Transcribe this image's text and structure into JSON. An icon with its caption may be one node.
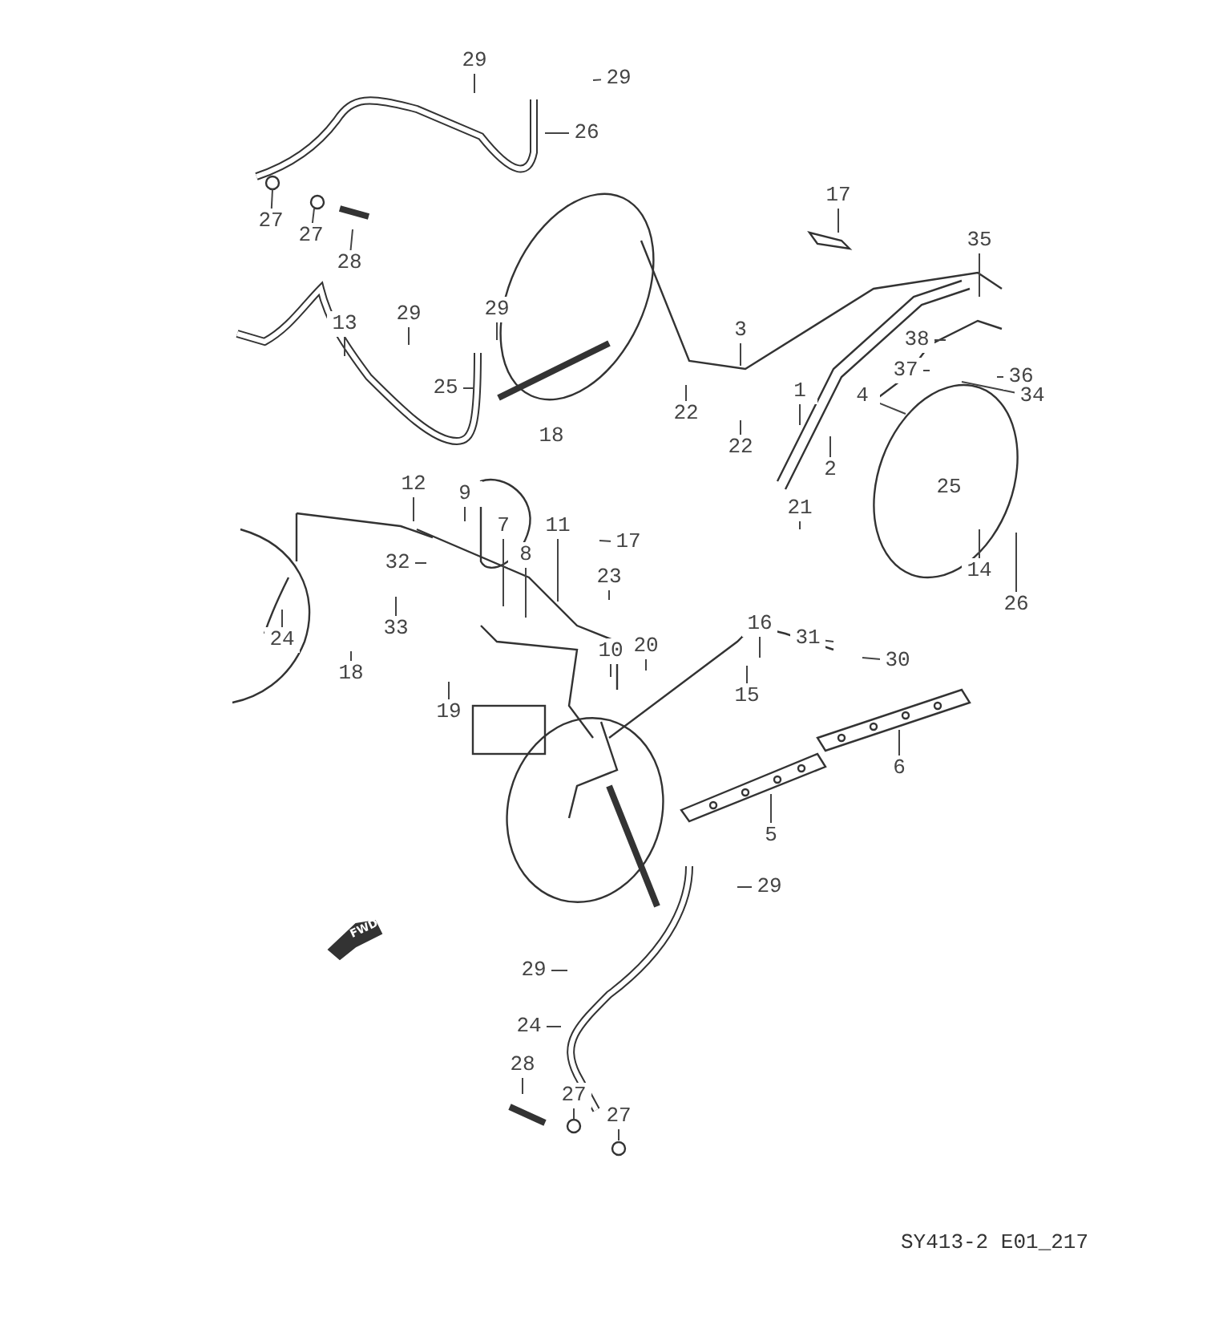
{
  "diagram": {
    "nodes": [
      {
        "text": [
          "29"
        ]
      },
      {
        "text": [
          "29"
        ]
      },
      {
        "text": [
          "26"
        ]
      },
      {
        "text": [
          "27"
        ]
      },
      {
        "text": [
          "27"
        ]
      },
      {
        "text": [
          "28"
        ]
      },
      {
        "text": [
          "29"
        ]
      },
      {
        "text": [
          "29"
        ]
      },
      {
        "text": [
          "13"
        ]
      },
      {
        "text": [
          "25"
        ]
      },
      {
        "text": [
          "17"
        ]
      },
      {
        "text": [
          "35"
        ]
      },
      {
        "text": [
          "3"
        ]
      },
      {
        "text": [
          "38"
        ]
      },
      {
        "text": [
          "37"
        ]
      },
      {
        "text": [
          "36"
        ]
      },
      {
        "text": [
          "34"
        ]
      },
      {
        "text": [
          "4"
        ]
      },
      {
        "text": [
          "1"
        ]
      },
      {
        "text": [
          "2"
        ]
      },
      {
        "text": [
          "22"
        ]
      },
      {
        "text": [
          "22"
        ]
      },
      {
        "text": [
          "18"
        ]
      },
      {
        "text": [
          "21"
        ]
      },
      {
        "text": [
          "14"
        ]
      },
      {
        "text": [
          "26"
        ]
      },
      {
        "text": [
          "12"
        ]
      },
      {
        "text": [
          "9"
        ]
      },
      {
        "text": [
          "7"
        ]
      },
      {
        "text": [
          "8"
        ]
      },
      {
        "text": [
          "11"
        ]
      },
      {
        "text": [
          "17"
        ]
      },
      {
        "text": [
          "32"
        ]
      },
      {
        "text": [
          "23"
        ]
      },
      {
        "text": [
          "33"
        ]
      },
      {
        "text": [
          "18"
        ]
      },
      {
        "text": [
          "24"
        ]
      },
      {
        "text": [
          "10"
        ]
      },
      {
        "text": [
          "20"
        ]
      },
      {
        "text": [
          "16"
        ]
      },
      {
        "text": [
          "31"
        ]
      },
      {
        "text": [
          "30"
        ]
      },
      {
        "text": [
          "15"
        ]
      },
      {
        "text": [
          "19"
        ]
      },
      {
        "text": [
          "6"
        ]
      },
      {
        "text": [
          "5"
        ]
      },
      {
        "text": [
          "29"
        ]
      },
      {
        "text": [
          "29"
        ]
      },
      {
        "text": [
          "24"
        ]
      },
      {
        "text": [
          "28"
        ]
      },
      {
        "text": [
          "27"
        ]
      },
      {
        "text": [
          "27"
        ]
      },
      {
        "text": [
          "25"
        ]
      }
    ],
    "edges": [
      {
        "from": 0,
        "to": null,
        "arrow": "none"
      },
      {
        "from": 1,
        "to": null,
        "arrow": "none"
      },
      {
        "from": 2,
        "to": null,
        "arrow": "none"
      },
      {
        "from": 3,
        "to": null,
        "arrow": "none"
      },
      {
        "from": 4,
        "to": null,
        "arrow": "none"
      },
      {
        "from": 5,
        "to": null,
        "arrow": "none"
      },
      {
        "from": 6,
        "to": null,
        "arrow": "none"
      },
      {
        "from": 7,
        "to": null,
        "arrow": "none"
      },
      {
        "from": 8,
        "to": null,
        "arrow": "none"
      },
      {
        "from": 9,
        "to": null,
        "arrow": "none"
      },
      {
        "from": 10,
        "to": null,
        "arrow": "none"
      },
      {
        "from": 11,
        "to": null,
        "arrow": "none"
      },
      {
        "from": 12,
        "to": null,
        "arrow": "none"
      },
      {
        "from": 13,
        "to": null,
        "arrow": "none"
      },
      {
        "from": 14,
        "to": null,
        "arrow": "none"
      },
      {
        "from": 15,
        "to": null,
        "arrow": "none"
      },
      {
        "from": 16,
        "to": null,
        "arrow": "none"
      },
      {
        "from": 17,
        "to": null,
        "arrow": "none"
      },
      {
        "from": 18,
        "to": null,
        "arrow": "none"
      },
      {
        "from": 19,
        "to": null,
        "arrow": "none"
      },
      {
        "from": 20,
        "to": null,
        "arrow": "none"
      },
      {
        "from": 21,
        "to": null,
        "arrow": "none"
      },
      {
        "from": 23,
        "to": null,
        "arrow": "none"
      },
      {
        "from": 24,
        "to": null,
        "arrow": "none"
      },
      {
        "from": 25,
        "to": null,
        "arrow": "none"
      },
      {
        "from": 26,
        "to": null,
        "arrow": "none"
      },
      {
        "from": 27,
        "to": null,
        "arrow": "none"
      },
      {
        "from": 28,
        "to": null,
        "arrow": "none"
      },
      {
        "from": 29,
        "to": null,
        "arrow": "none"
      },
      {
        "from": 30,
        "to": null,
        "arrow": "none"
      },
      {
        "from": 31,
        "to": null,
        "arrow": "none"
      },
      {
        "from": 32,
        "to": null,
        "arrow": "none"
      },
      {
        "from": 33,
        "to": null,
        "arrow": "none"
      },
      {
        "from": 34,
        "to": null,
        "arrow": "none"
      },
      {
        "from": 35,
        "to": null,
        "arrow": "none"
      },
      {
        "from": 36,
        "to": null,
        "arrow": "none"
      },
      {
        "from": 37,
        "to": null,
        "arrow": "none"
      },
      {
        "from": 38,
        "to": null,
        "arrow": "none"
      },
      {
        "from": 39,
        "to": null,
        "arrow": "none"
      },
      {
        "from": 40,
        "to": null,
        "arrow": "none"
      },
      {
        "from": 41,
        "to": null,
        "arrow": "none"
      },
      {
        "from": 42,
        "to": null,
        "arrow": "none"
      },
      {
        "from": 43,
        "to": null,
        "arrow": "none"
      },
      {
        "from": 44,
        "to": null,
        "arrow": "none"
      },
      {
        "from": 45,
        "to": null,
        "arrow": "none"
      },
      {
        "from": 46,
        "to": null,
        "arrow": "none"
      },
      {
        "from": 47,
        "to": null,
        "arrow": "none"
      },
      {
        "from": 48,
        "to": null,
        "arrow": "none"
      },
      {
        "from": 49,
        "to": null,
        "arrow": "none"
      },
      {
        "from": 50,
        "to": null,
        "arrow": "none"
      },
      {
        "from": 51,
        "to": null,
        "arrow": "none"
      }
    ],
    "labels": [
      "FWD",
      "SY413-2 E01_217"
    ]
  }
}
